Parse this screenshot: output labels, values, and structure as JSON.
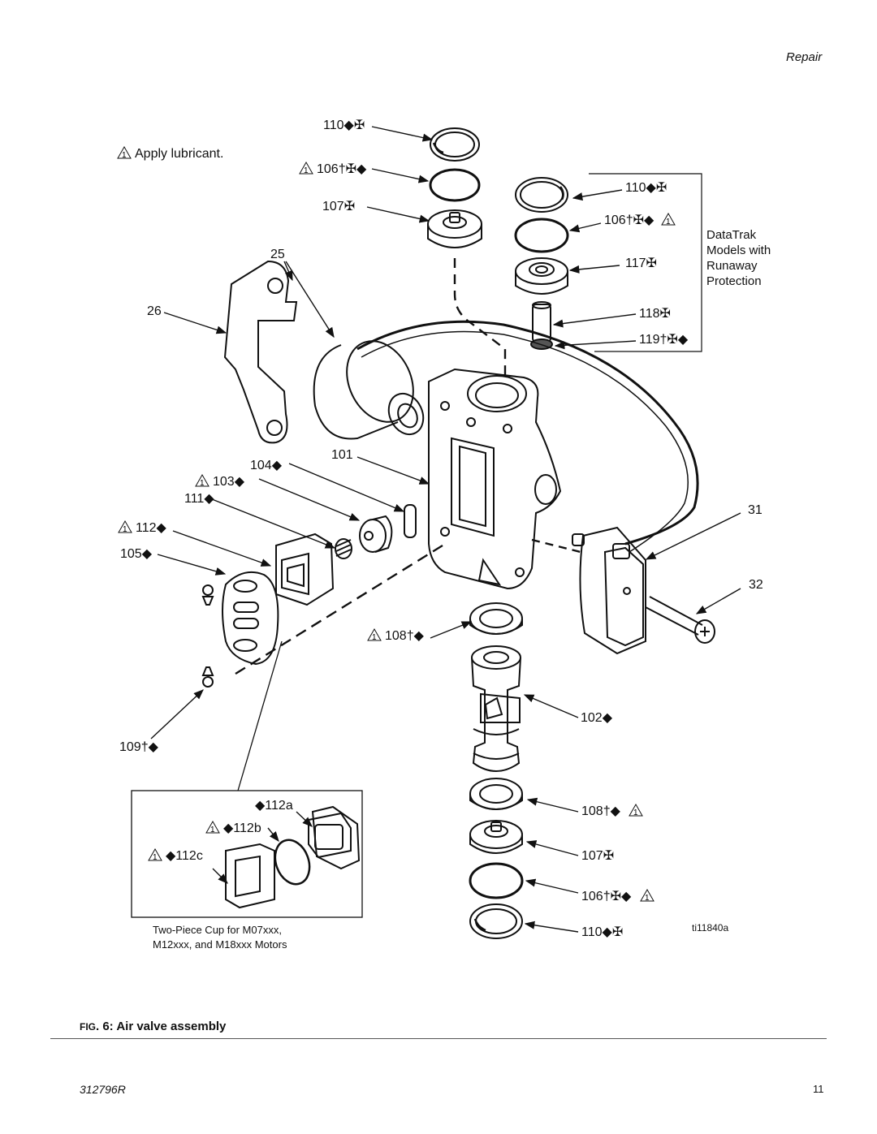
{
  "header": {
    "section": "Repair"
  },
  "legend": {
    "note": "Apply lubricant."
  },
  "callouts": {
    "c110_top": "110◆✠",
    "c106_top": "106†✠◆",
    "c107_top": "107✠",
    "c25": "25",
    "c26": "26",
    "c101": "101",
    "c104": "104◆",
    "c103": "103◆",
    "c111": "111◆",
    "c112": "112◆",
    "c105": "105◆",
    "c31": "31",
    "c32": "32",
    "c108_mid": "108†◆",
    "c102": "102◆",
    "c109": "109†◆",
    "c108_low": "108†◆",
    "c107_low": "107✠",
    "c106_low": "106†✠◆",
    "c110_low": "110◆✠"
  },
  "datatrak": {
    "c110": "110◆✠",
    "c106": "106†✠◆",
    "c117": "117✠",
    "c118": "118✠",
    "c119": "119†✠◆",
    "note_lines": [
      "DataTrak",
      "Models with",
      "Runaway",
      "Protection"
    ]
  },
  "inset": {
    "c112a": "◆112a",
    "c112b": "◆112b",
    "c112c": "◆112c",
    "caption_lines": [
      "Two-Piece Cup for M07xxx,",
      "M12xxx, and M18xxx Motors"
    ]
  },
  "figure": {
    "id": "ti11840a",
    "prefix": "FIG",
    "number_suffix": ". 6:",
    "title": "Air valve assembly"
  },
  "footer": {
    "doc_number": "312796R",
    "page": "11"
  },
  "marker": {
    "lubricant_symbol": "1"
  }
}
